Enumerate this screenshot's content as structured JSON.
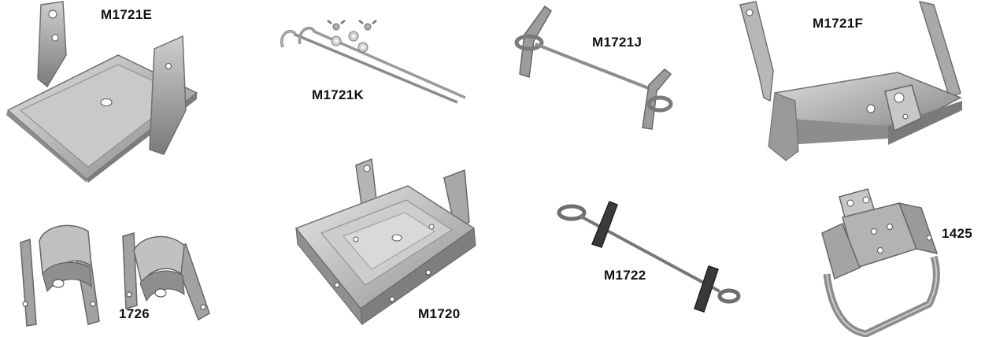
{
  "labels": {
    "m1721e": "M1721E",
    "m1721k": "M1721K",
    "m1721j": "M1721J",
    "m1721f": "M1721F",
    "p1726": "1726",
    "m1720": "M1720",
    "m1722": "M1722",
    "p1425": "1425"
  },
  "colors": {
    "background": "#ffffff",
    "metal_light": "#d6d6d6",
    "metal_mid": "#a9a9a9",
    "metal_dark": "#6f6f6f",
    "rubber": "#3a3a3a"
  }
}
